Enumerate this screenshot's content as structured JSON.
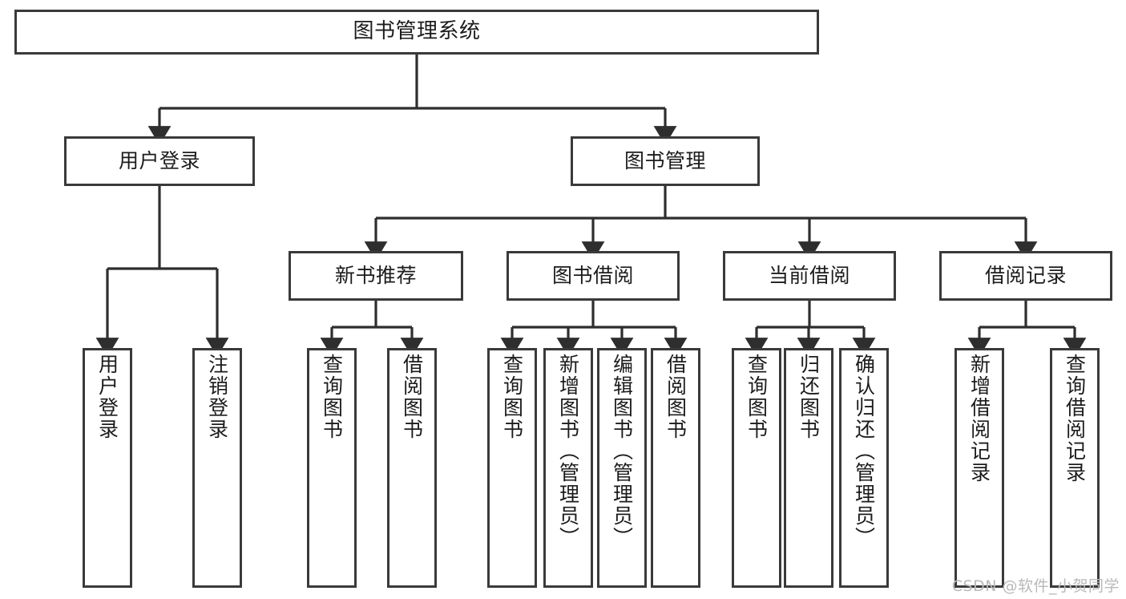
{
  "diagram": {
    "title": "图书管理系统",
    "type": "功能结构图",
    "root": {
      "label": "图书管理系统"
    },
    "level2": [
      {
        "label": "用户登录"
      },
      {
        "label": "图书管理"
      }
    ],
    "level3": [
      {
        "label": "新书推荐"
      },
      {
        "label": "图书借阅"
      },
      {
        "label": "当前借阅"
      },
      {
        "label": "借阅记录"
      }
    ],
    "leaves": {
      "user_login": [
        {
          "label": "用户登录"
        },
        {
          "label": "注销登录"
        }
      ],
      "new_book_recommend": [
        {
          "label": "查询图书"
        },
        {
          "label": "借阅图书"
        }
      ],
      "book_borrow": [
        {
          "label": "查询图书"
        },
        {
          "label": "新增图书（管理员）"
        },
        {
          "label": "编辑图书（管理员）"
        },
        {
          "label": "借阅图书"
        }
      ],
      "current_borrow": [
        {
          "label": "查询图书"
        },
        {
          "label": "归还图书"
        },
        {
          "label": "确认归还（管理员）"
        }
      ],
      "borrow_record": [
        {
          "label": "新增借阅记录"
        },
        {
          "label": "查询借阅记录"
        }
      ]
    },
    "watermark": "CSDN @软件_小贺同学",
    "colors": {
      "stroke": "#3a3a3a",
      "fill": "#ffffff",
      "text": "#1c1c1c",
      "watermark": "#b9b9b9"
    }
  }
}
